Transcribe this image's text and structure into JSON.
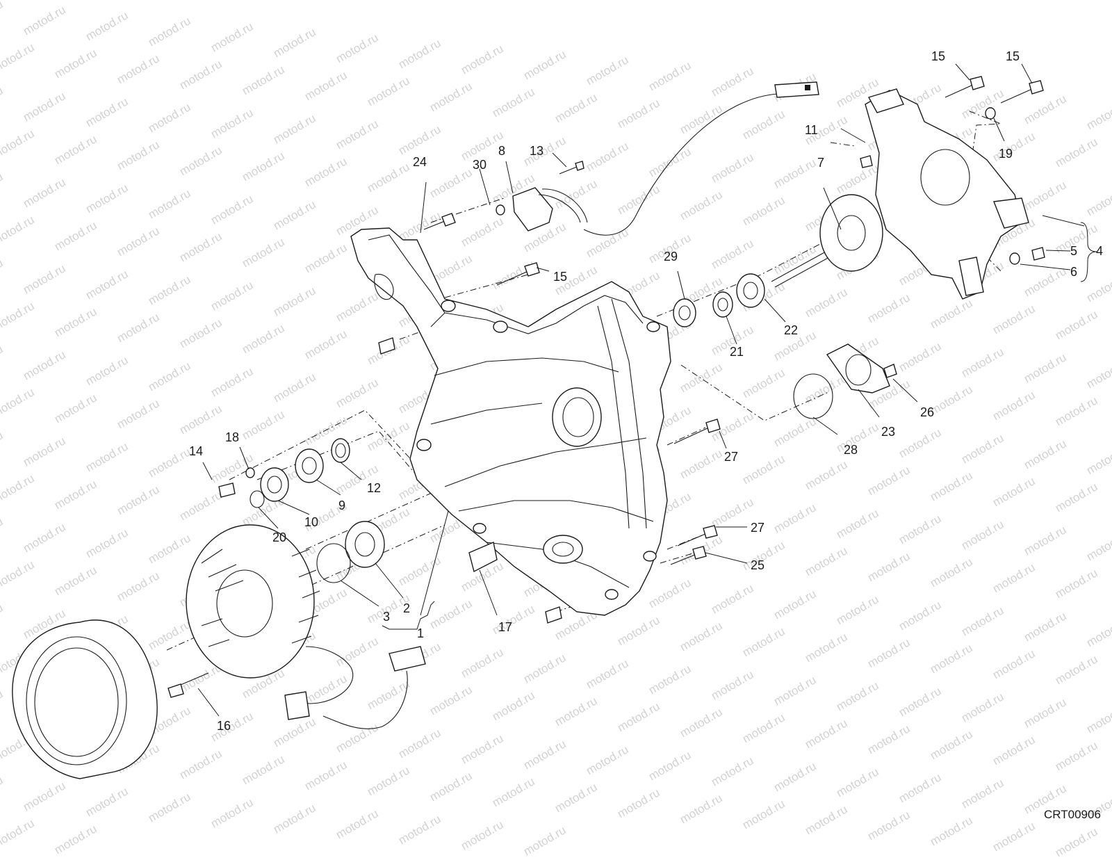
{
  "watermark": "motod.ru",
  "diagram_code": "CRT00906",
  "callouts": {
    "c1": "1",
    "c2": "2",
    "c3": "3",
    "c4": "4",
    "c5": "5",
    "c6": "6",
    "c7": "7",
    "c8": "8",
    "c9": "9",
    "c10": "10",
    "c11": "11",
    "c12": "12",
    "c13": "13",
    "c14": "14",
    "c15a": "15",
    "c15b": "15",
    "c15c": "15",
    "c16": "16",
    "c17": "17",
    "c18": "18",
    "c19": "19",
    "c20": "20",
    "c21": "21",
    "c22": "22",
    "c23": "23",
    "c24": "24",
    "c25": "25",
    "c26": "26",
    "c27a": "27",
    "c27b": "27",
    "c28": "28",
    "c29": "29",
    "c30": "30"
  }
}
